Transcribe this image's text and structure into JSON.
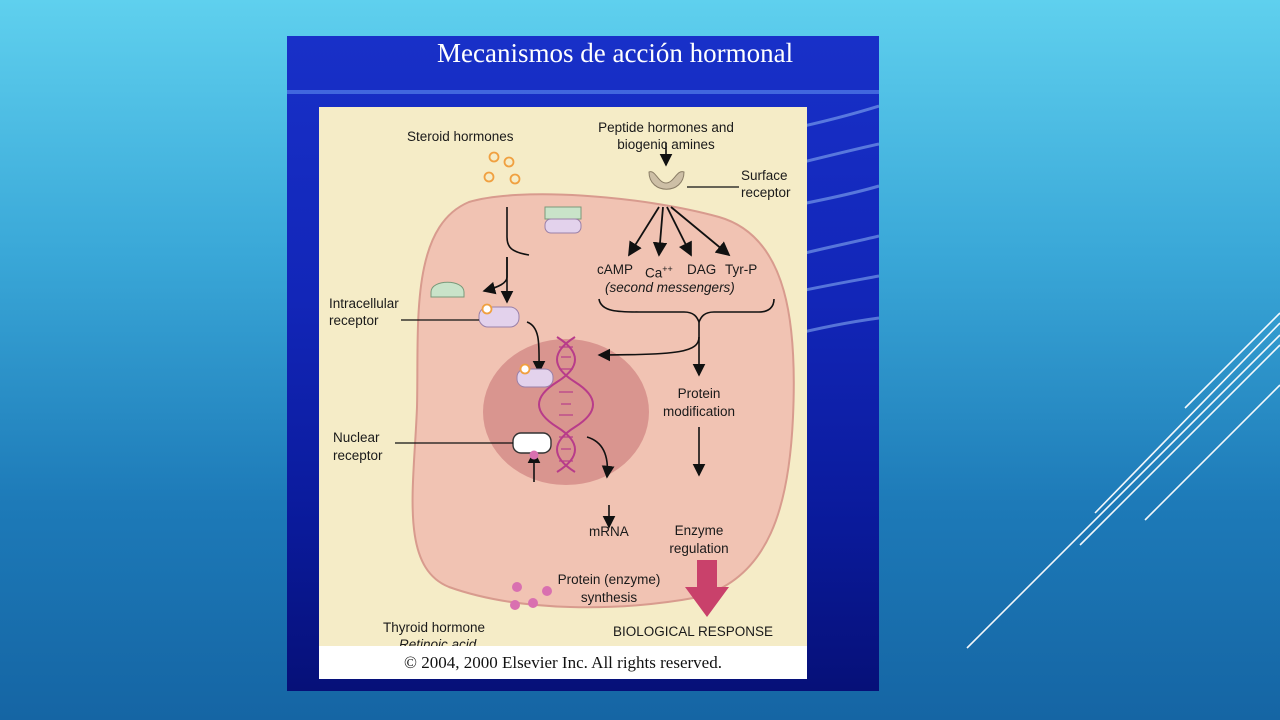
{
  "slide": {
    "title": "Mecanismos de acción hormonal",
    "copyright": "© 2004, 2000 Elsevier Inc. All rights reserved."
  },
  "diagram": {
    "steroid_hormones": "Steroid hormones",
    "peptide_line1": "Peptide hormones and",
    "peptide_line2": "biogenic amines",
    "surface_line1": "Surface",
    "surface_line2": "receptor",
    "camp": "cAMP",
    "ca": "Ca",
    "ca_sup": "++",
    "dag": "DAG",
    "tyrp": "Tyr-P",
    "second_messengers": "(second messengers)",
    "intracellular_line1": "Intracellular",
    "intracellular_line2": "receptor",
    "protein_mod_line1": "Protein",
    "protein_mod_line2": "modification",
    "nuclear_line1": "Nuclear",
    "nuclear_line2": "receptor",
    "mrna": "mRNA",
    "enzyme_line1": "Enzyme",
    "enzyme_line2": "regulation",
    "protein_syn_line1": "Protein (enzyme)",
    "protein_syn_line2": "synthesis",
    "thyroid": "Thyroid hormone",
    "retinoic": "Retinoic acid",
    "bio_response": "BIOLOGICAL RESPONSE"
  },
  "colors": {
    "cell_fill": "#f1c3b3",
    "cell_stroke": "#d89b8e",
    "nucleus": "#d9958f",
    "dna": "#b83c8a",
    "response_arrow": "#c9416b",
    "steroid_dot": "#f0a040",
    "thyroid_dot": "#d970b0"
  }
}
